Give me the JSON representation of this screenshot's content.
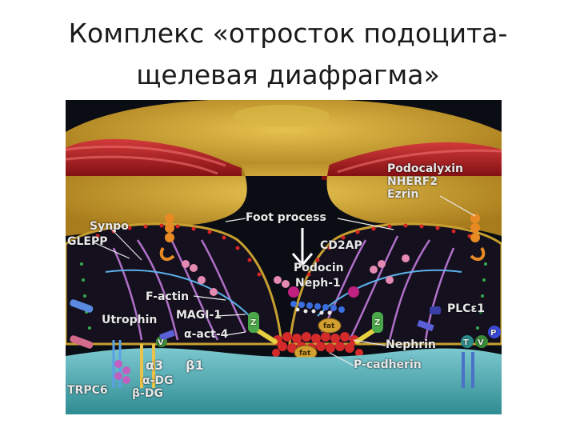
{
  "title": {
    "line1": "Комплекс «отросток подоцита-",
    "line2": "щелевая диафрагма»"
  },
  "diagram": {
    "labels": {
      "podocalyxin": "Podocalyxin",
      "nherf2": "NHERF2",
      "ezrin": "Ezrin",
      "synpo": "Synpo",
      "glepp": "GLEPP",
      "foot_process": "Foot process",
      "cd2ap": "CD2AP",
      "podocin": "Podocin",
      "neph1": "Neph-1",
      "f_actin": "F-actin",
      "magi1": "MAGI-1",
      "utrophin": "Utrophin",
      "alpha_act4": "α-act-4",
      "plce1": "PLCε1",
      "nephrin": "Nephrin",
      "alpha3": "α3",
      "beta1": "β1",
      "alpha_dg": "α-DG",
      "beta_dg": "β-DG",
      "trpc6": "TRPC6",
      "p_cadherin": "P-cadherin",
      "fat_upper": "fat",
      "fat_lower": "fat",
      "z_left": "Z",
      "z_right": "Z",
      "t_badge": "T",
      "v_badge": "V",
      "p_badge": "P",
      "v_left": "V"
    },
    "colors": {
      "background": "#0b0d14",
      "cell_body": "#c8a030",
      "mitochondria": "#a8161c",
      "membrane": "#5aa8b4",
      "nephrin": "#d43a2a",
      "actin": "#b070c8"
    }
  }
}
